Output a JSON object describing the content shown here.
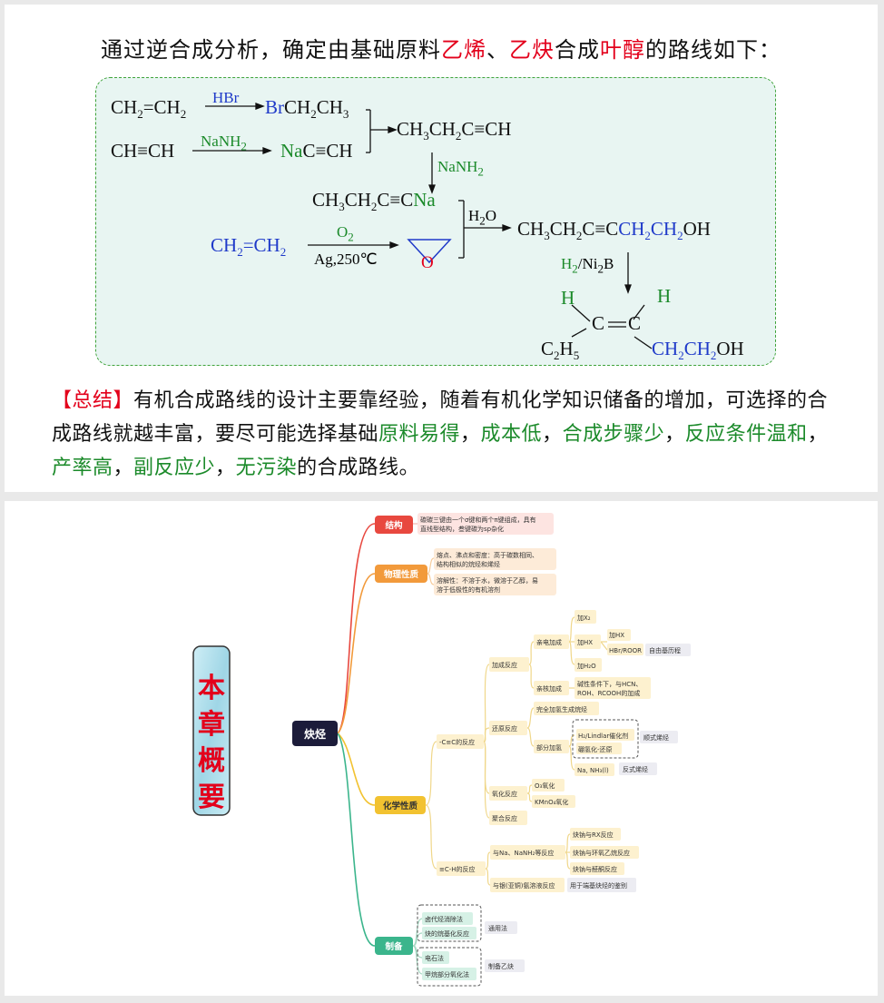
{
  "slide1": {
    "heading": {
      "part1": "通过逆合成分析，确定由基础原料",
      "ethylene": "乙烯",
      "sep": "、",
      "acetylene": "乙炔",
      "part2": "合成",
      "target": "叶醇",
      "part3": "的路线如下："
    },
    "reagents": {
      "hbr": "HBr",
      "nanh2": "NaNH",
      "nanh2_b": "NaNH",
      "o2": "O",
      "ag": "Ag,250℃",
      "h2o": "H",
      "h2": "H",
      "ni2b": "/Ni",
      "ni2b_b": "B",
      "oxygen_atom": "O"
    },
    "summary": {
      "tag": "【总结】",
      "text1": "有机合成路线的设计主要靠经验，随着有机化学知识储备的增加，可选择的合成路线就越丰富，要尽可能选择基础",
      "g1": "原料易得",
      "c1": "，",
      "g2": "成本低",
      "c2": "，",
      "g3": "合成步骤少",
      "c3": "，",
      "g4": "反应条件温和",
      "c4": "，",
      "g5": "产率高",
      "c5": "，",
      "g6": "副反应少",
      "c6": "，",
      "g7": "无污染",
      "text2": "的合成路线。"
    }
  },
  "slide2": {
    "title": [
      "本",
      "章",
      "概",
      "要"
    ],
    "root": "炔烃",
    "colors": {
      "red": "#e8483f",
      "orange": "#f29a3b",
      "yellow": "#f2c230",
      "green": "#3bb58c",
      "title_red": "#e3001b",
      "dark": "#1c1c3a"
    },
    "branches": {
      "structure": {
        "label": "结构",
        "note1": "碳碳三键由一个σ键和两个π键组成，具有",
        "note2": "直线型结构，叁键碳为sp杂化"
      },
      "physical": {
        "label": "物理性质",
        "n1a": "熔点、沸点和密度：高于碳数相同、",
        "n1b": "结构相似的烷烃和烯烃",
        "n2a": "溶解性：不溶于水，微溶于乙醇，易",
        "n2b": "溶于低极性的有机溶剂"
      },
      "chemical": {
        "label": "化学性质",
        "cc": "-C≡C的反应",
        "addition": "加成反应",
        "electrophilic": "亲电加成",
        "x2": "加X₂",
        "hx": "加HX",
        "hx2": "加HX",
        "hbr": "HBr/ROOR",
        "radical": "自由基历程",
        "h2o": "加H₂O",
        "nucleophilic": "亲核加成",
        "nuc_note1": "碱性条件下，与HCN、",
        "nuc_note2": "ROH、RCOOH的加成",
        "reduction": "还原反应",
        "full_h": "完全加氢生成烷烃",
        "partial_h": "部分加氢",
        "lindlar": "H₂/Lindlar催化剂",
        "borane": "硼氢化-还原",
        "cis": "顺式烯烃",
        "na_nh3": "Na, NH₃(l)",
        "trans": "反式烯烃",
        "oxidation": "氧化反应",
        "o3": "O₃氧化",
        "kmno4": "KMnO₄氧化",
        "polymer": "聚合反应",
        "ch": "≡C-H的反应",
        "na_react": "与Na、NaNH₂等反应",
        "rx": "炔钠与RX反应",
        "epox": "炔钠与环氧乙烷反应",
        "carbonyl": "炔钠与醛酮反应",
        "ag": "与银(亚铜)氨溶液反应",
        "ag_note": "用于端基炔烃的鉴别"
      },
      "prep": {
        "label": "制备",
        "m1": "卤代烃消除法",
        "m2": "炔的烷基化反应",
        "general": "通用法",
        "m3": "电石法",
        "m4": "甲烷部分氧化法",
        "acet": "制备乙炔"
      }
    }
  }
}
